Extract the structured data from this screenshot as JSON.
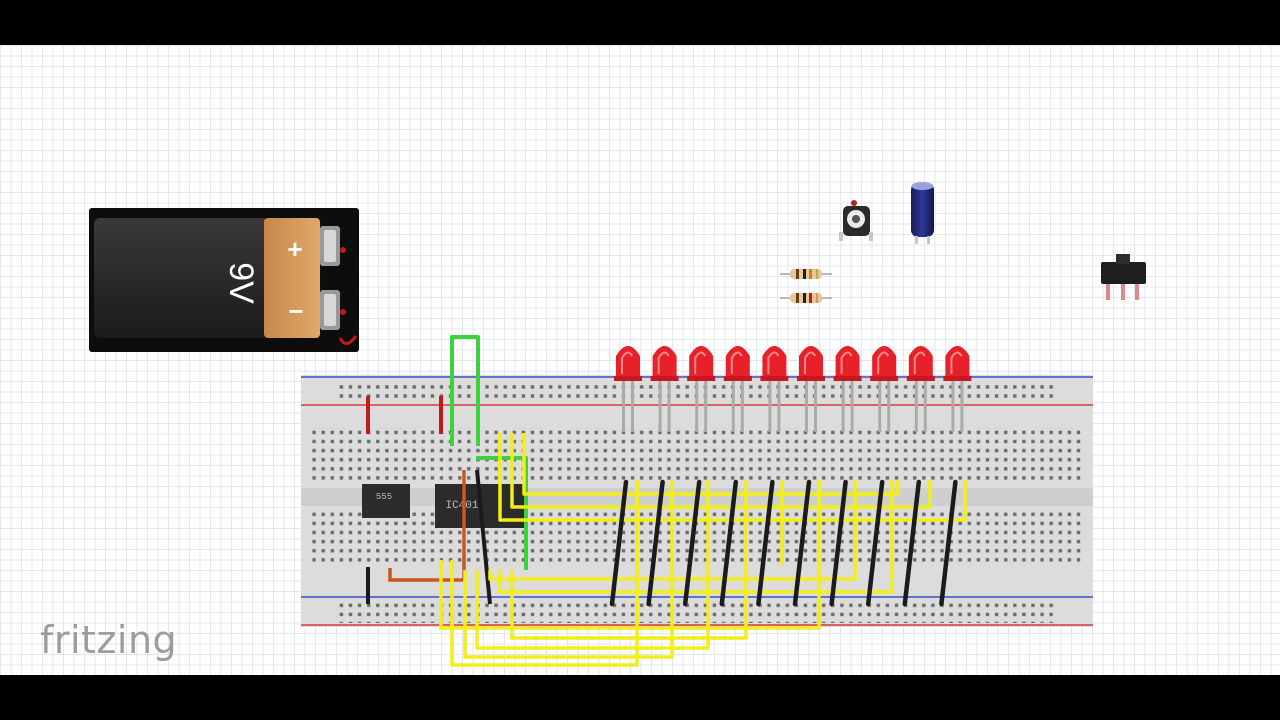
{
  "app": {
    "logo_text": "fritzing"
  },
  "battery": {
    "label": "9V",
    "plus": "+",
    "minus": "−"
  },
  "chips": [
    {
      "label": "555"
    },
    {
      "label": "IC401"
    }
  ],
  "led_count": 10,
  "colors": {
    "breadboard": "#dedede",
    "rail_red": "#d9363e",
    "rail_blue": "#3b4fc9",
    "led": "#e8202a",
    "wire_yellow": "#f2ee1a",
    "wire_green": "#3cd23c",
    "wire_black": "#1b1b1b",
    "wire_red": "#c01a1a",
    "wire_orange": "#c8581e"
  }
}
